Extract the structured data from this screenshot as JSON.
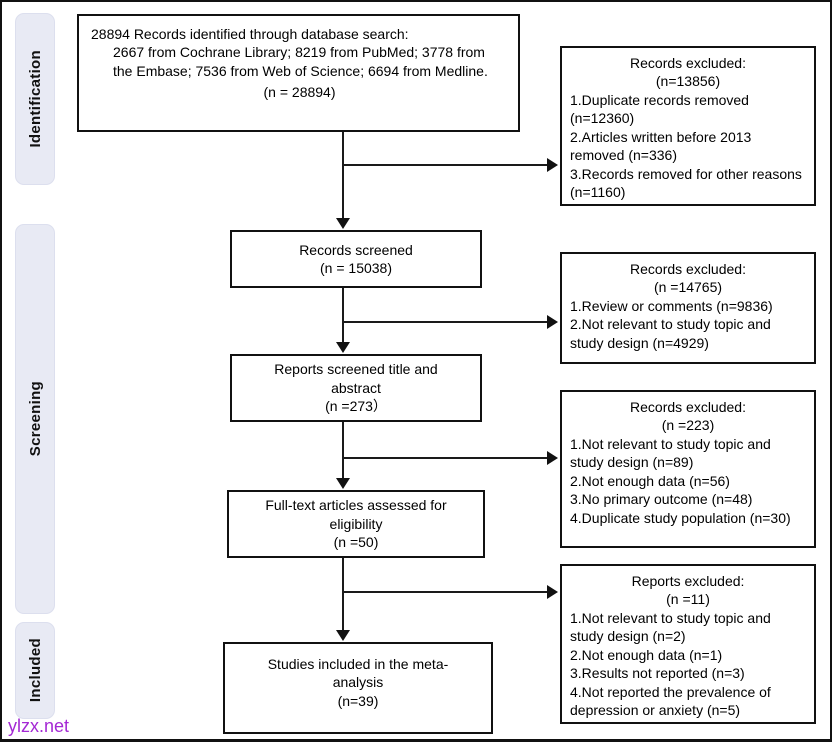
{
  "stages": [
    {
      "label": "Identification"
    },
    {
      "label": "Screening"
    },
    {
      "label": "Included"
    }
  ],
  "flow": {
    "identified": {
      "title": "28894 Records identified through database search:",
      "detail": "2667 from Cochrane Library; 8219 from PubMed; 3778 from the Embase; 7536 from Web of Science; 6694 from Medline.",
      "n": "(n = 28894)"
    },
    "screened": {
      "label": "Records screened",
      "n": "(n = 15038)"
    },
    "title_abstract": {
      "label": "Reports screened title and abstract",
      "n": "(n =273）"
    },
    "fulltext": {
      "label": "Full-text articles assessed for eligibility",
      "n": "(n =50)"
    },
    "included": {
      "label": "Studies included in the meta-analysis",
      "n": "(n=39)"
    }
  },
  "excluded": [
    {
      "title": "Records excluded:",
      "n": "(n=13856)",
      "items": [
        "1.Duplicate records removed (n=12360)",
        "2.Articles written before 2013 removed (n=336)",
        "3.Records removed for other reasons (n=1160)"
      ]
    },
    {
      "title": "Records excluded:",
      "n": "(n =14765)",
      "items": [
        "1.Review or comments (n=9836)",
        "2.Not relevant to study topic and study design (n=4929)"
      ]
    },
    {
      "title": "Records excluded:",
      "n": "(n =223)",
      "items": [
        "1.Not relevant to study topic and study design (n=89)",
        "2.Not enough data (n=56)",
        "3.No primary outcome (n=48)",
        "4.Duplicate study population (n=30)"
      ]
    },
    {
      "title": "Reports excluded:",
      "n": "(n =11)",
      "items": [
        "1.Not relevant to study topic and study design (n=2)",
        "2.Not enough data (n=1)",
        "3.Results not reported (n=3)",
        "4.Not reported the prevalence of depression or anxiety (n=5)"
      ]
    }
  ],
  "watermark": "ylzx.net",
  "colors": {
    "stage_bg": "#e8eaf4",
    "line": "#1a1a1a",
    "watermark": "#a428d4"
  }
}
